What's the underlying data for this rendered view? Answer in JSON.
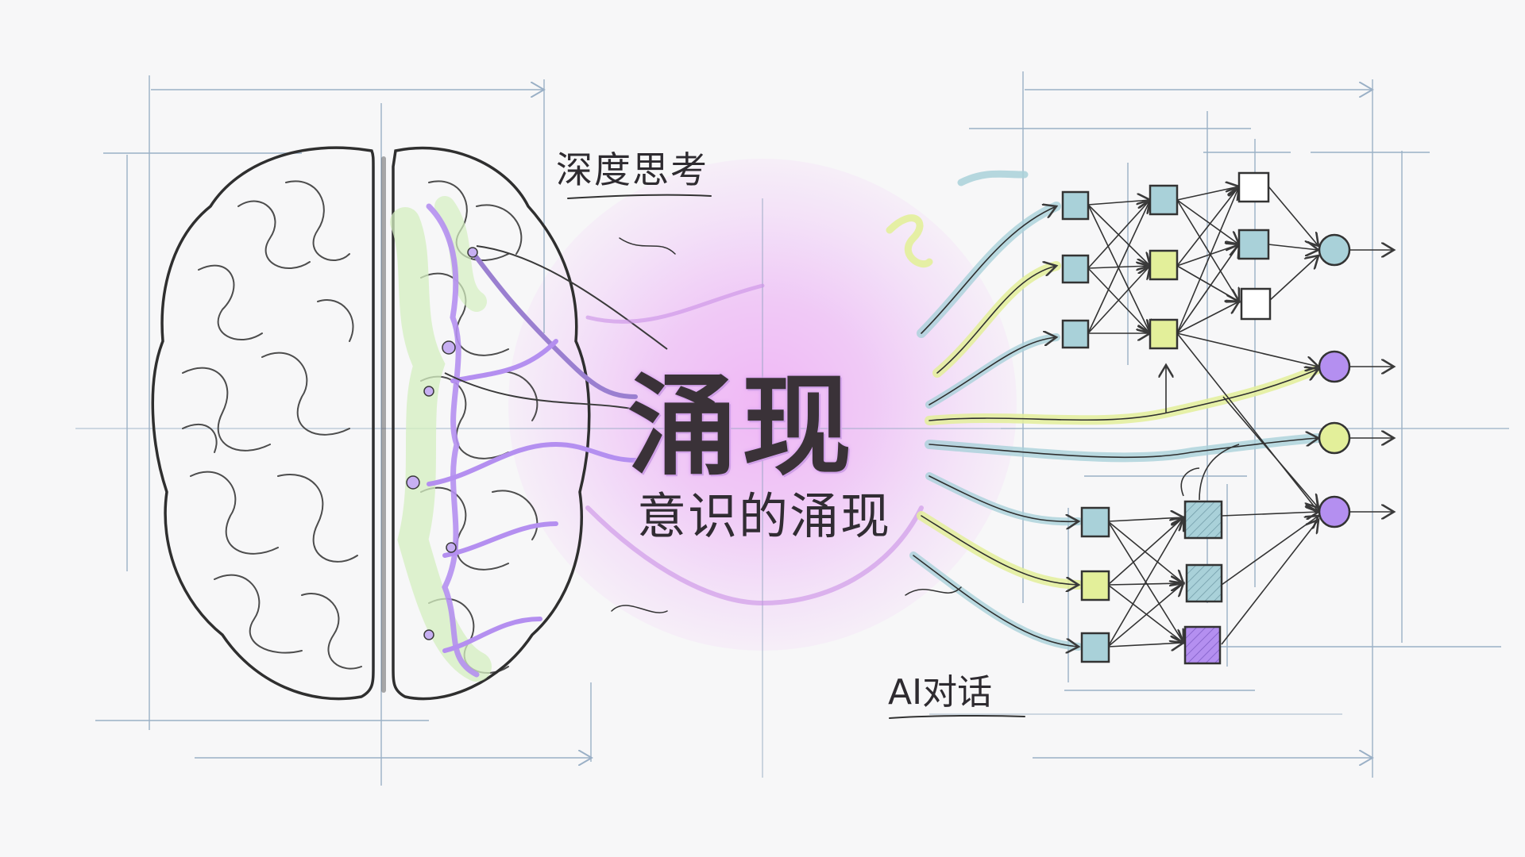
{
  "illustration": {
    "style": "hand-drawn pencil sketch with pastel highlights",
    "background_color": "#f7f7f8",
    "glow_color": "#efb6f5",
    "accent_colors": {
      "purple": "#b48ff0",
      "lime": "#e3ef9a",
      "teal": "#a9d1d9",
      "green_highlight": "#d4efc0",
      "ink": "#2e2b30",
      "blueprint_line": "#8aa3bd"
    }
  },
  "labels": {
    "deep_thinking": "深度思考",
    "title": "涌现",
    "subtitle": "意识的涌现",
    "ai_dialogue": "AI对话"
  },
  "left_figure": {
    "name": "brain",
    "description": "top view of brain; left hemisphere plain pencil, right hemisphere with purple neural pathways and green highlights"
  },
  "right_figure": {
    "name": "neural-network",
    "layers": [
      {
        "name": "input-upper",
        "nodes": [
          "teal",
          "teal",
          "teal"
        ]
      },
      {
        "name": "hidden-1",
        "nodes": [
          "teal",
          "lime",
          "lime"
        ]
      },
      {
        "name": "hidden-2",
        "nodes": [
          "white",
          "teal",
          "white"
        ]
      },
      {
        "name": "input-lower",
        "nodes": [
          "teal",
          "lime",
          "teal"
        ]
      },
      {
        "name": "hidden-lower",
        "nodes": [
          "teal-hatched",
          "teal-hatched",
          "purple-hatched"
        ]
      },
      {
        "name": "output",
        "nodes": [
          "teal",
          "purple",
          "lime",
          "purple"
        ]
      }
    ]
  }
}
